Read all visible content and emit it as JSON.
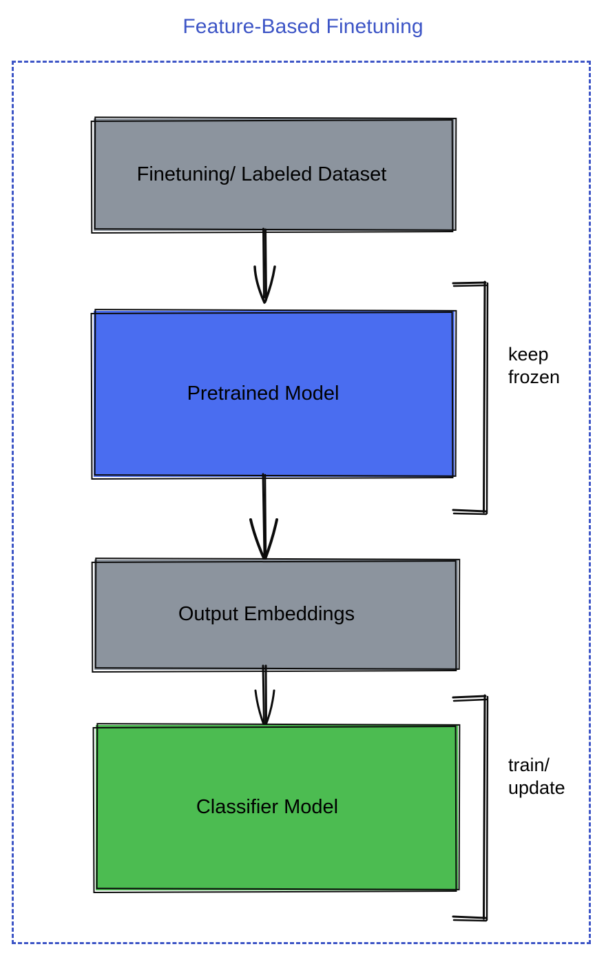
{
  "diagram": {
    "title": "Feature-Based Finetuning",
    "type": "flowchart",
    "title_color": "#3d55c6",
    "frame": {
      "style": "dashed",
      "color": "#3d55c6"
    },
    "nodes": [
      {
        "id": "dataset",
        "label": "Finetuning/ Labeled Dataset",
        "fill": "#8c949e",
        "stroke": "#0b0b0b",
        "shape": "rectangle",
        "order": 1
      },
      {
        "id": "pretrained",
        "label": "Pretrained Model",
        "fill": "#4a6df0",
        "stroke": "#0b0b0b",
        "shape": "rectangle",
        "order": 2
      },
      {
        "id": "embeddings",
        "label": "Output Embeddings",
        "fill": "#8c949e",
        "stroke": "#0b0b0b",
        "shape": "rectangle",
        "order": 3
      },
      {
        "id": "classifier",
        "label": "Classifier Model",
        "fill": "#4cbc51",
        "stroke": "#0b0b0b",
        "shape": "rectangle",
        "order": 4
      }
    ],
    "edges": [
      {
        "id": "arrow-1",
        "from": "dataset",
        "to": "pretrained",
        "style": "arrow-down"
      },
      {
        "id": "arrow-2",
        "from": "pretrained",
        "to": "embeddings",
        "style": "arrow-down"
      },
      {
        "id": "arrow-3",
        "from": "embeddings",
        "to": "classifier",
        "style": "arrow-down"
      }
    ],
    "annotations": [
      {
        "id": "frozen",
        "text": "keep\nfrozen",
        "lines": [
          "keep",
          "frozen"
        ],
        "bracket_targets": [
          "pretrained"
        ],
        "side": "right"
      },
      {
        "id": "train",
        "text": "train/\nupdate",
        "lines": [
          "train/",
          "update"
        ],
        "bracket_targets": [
          "classifier"
        ],
        "side": "right"
      }
    ]
  }
}
